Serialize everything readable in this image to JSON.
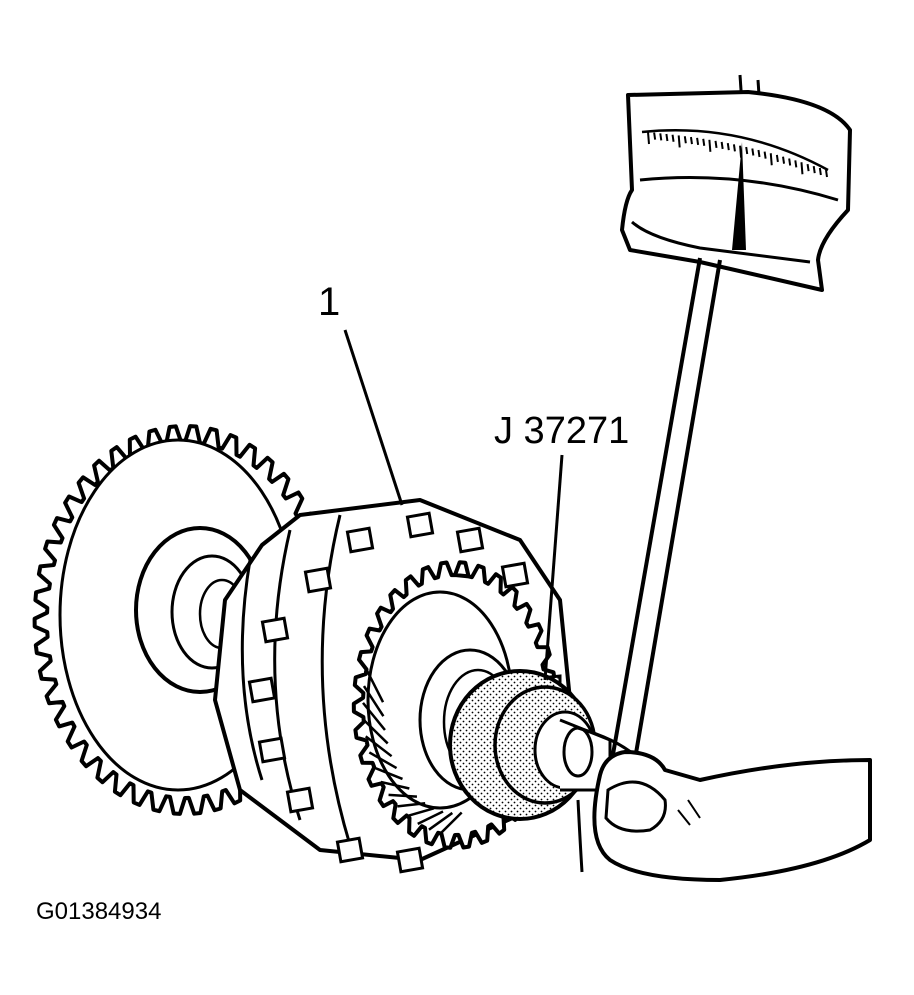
{
  "figure": {
    "id": "G01384934",
    "callouts": {
      "part_number": "1",
      "tool_number": "J 37271"
    }
  },
  "colors": {
    "ink": "#000000",
    "paper": "#ffffff",
    "stipple": "#9a9a9a"
  }
}
